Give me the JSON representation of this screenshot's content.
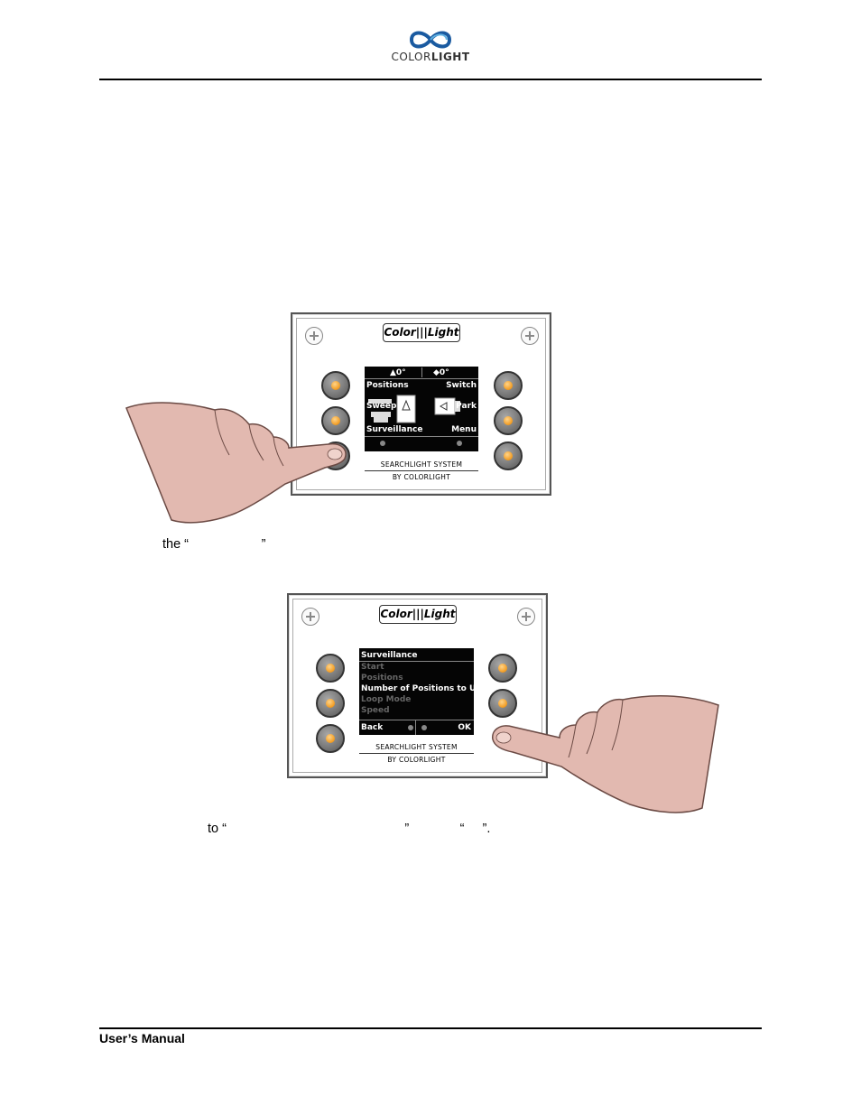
{
  "header": {
    "logo_text_part1": "COLOR",
    "logo_text_part2": "LIGHT"
  },
  "footer": {
    "label": "User’s Manual"
  },
  "panel1": {
    "brand": "Color|||Light",
    "status_left": "▲0°",
    "status_right": "◆0°",
    "label_positions": "Positions",
    "label_switch": "Switch",
    "label_sweep": "Sweep",
    "label_park": "Park",
    "label_surveillance": "Surveillance",
    "label_menu": "Menu",
    "footer_line1": "SEARCHLIGHT SYSTEM",
    "footer_line2": "BY COLORLIGHT"
  },
  "caption1": "the “                    ”",
  "panel2": {
    "brand": "Color|||Light",
    "menu_title": "Surveillance",
    "menu_items": [
      "Start",
      "Positions",
      "Number of Positions to Use",
      "Loop Mode",
      "Speed"
    ],
    "label_back": "Back",
    "label_ok": "OK",
    "footer_line1": "SEARCHLIGHT SYSTEM",
    "footer_line2": "BY COLORLIGHT"
  },
  "caption2": "to “                                                 ”              “     ”.",
  "colors": {
    "led": "#f19a1f",
    "screen": "#050505",
    "skin": "#e2b9b0",
    "logo_blue": "#1a5aa0"
  }
}
